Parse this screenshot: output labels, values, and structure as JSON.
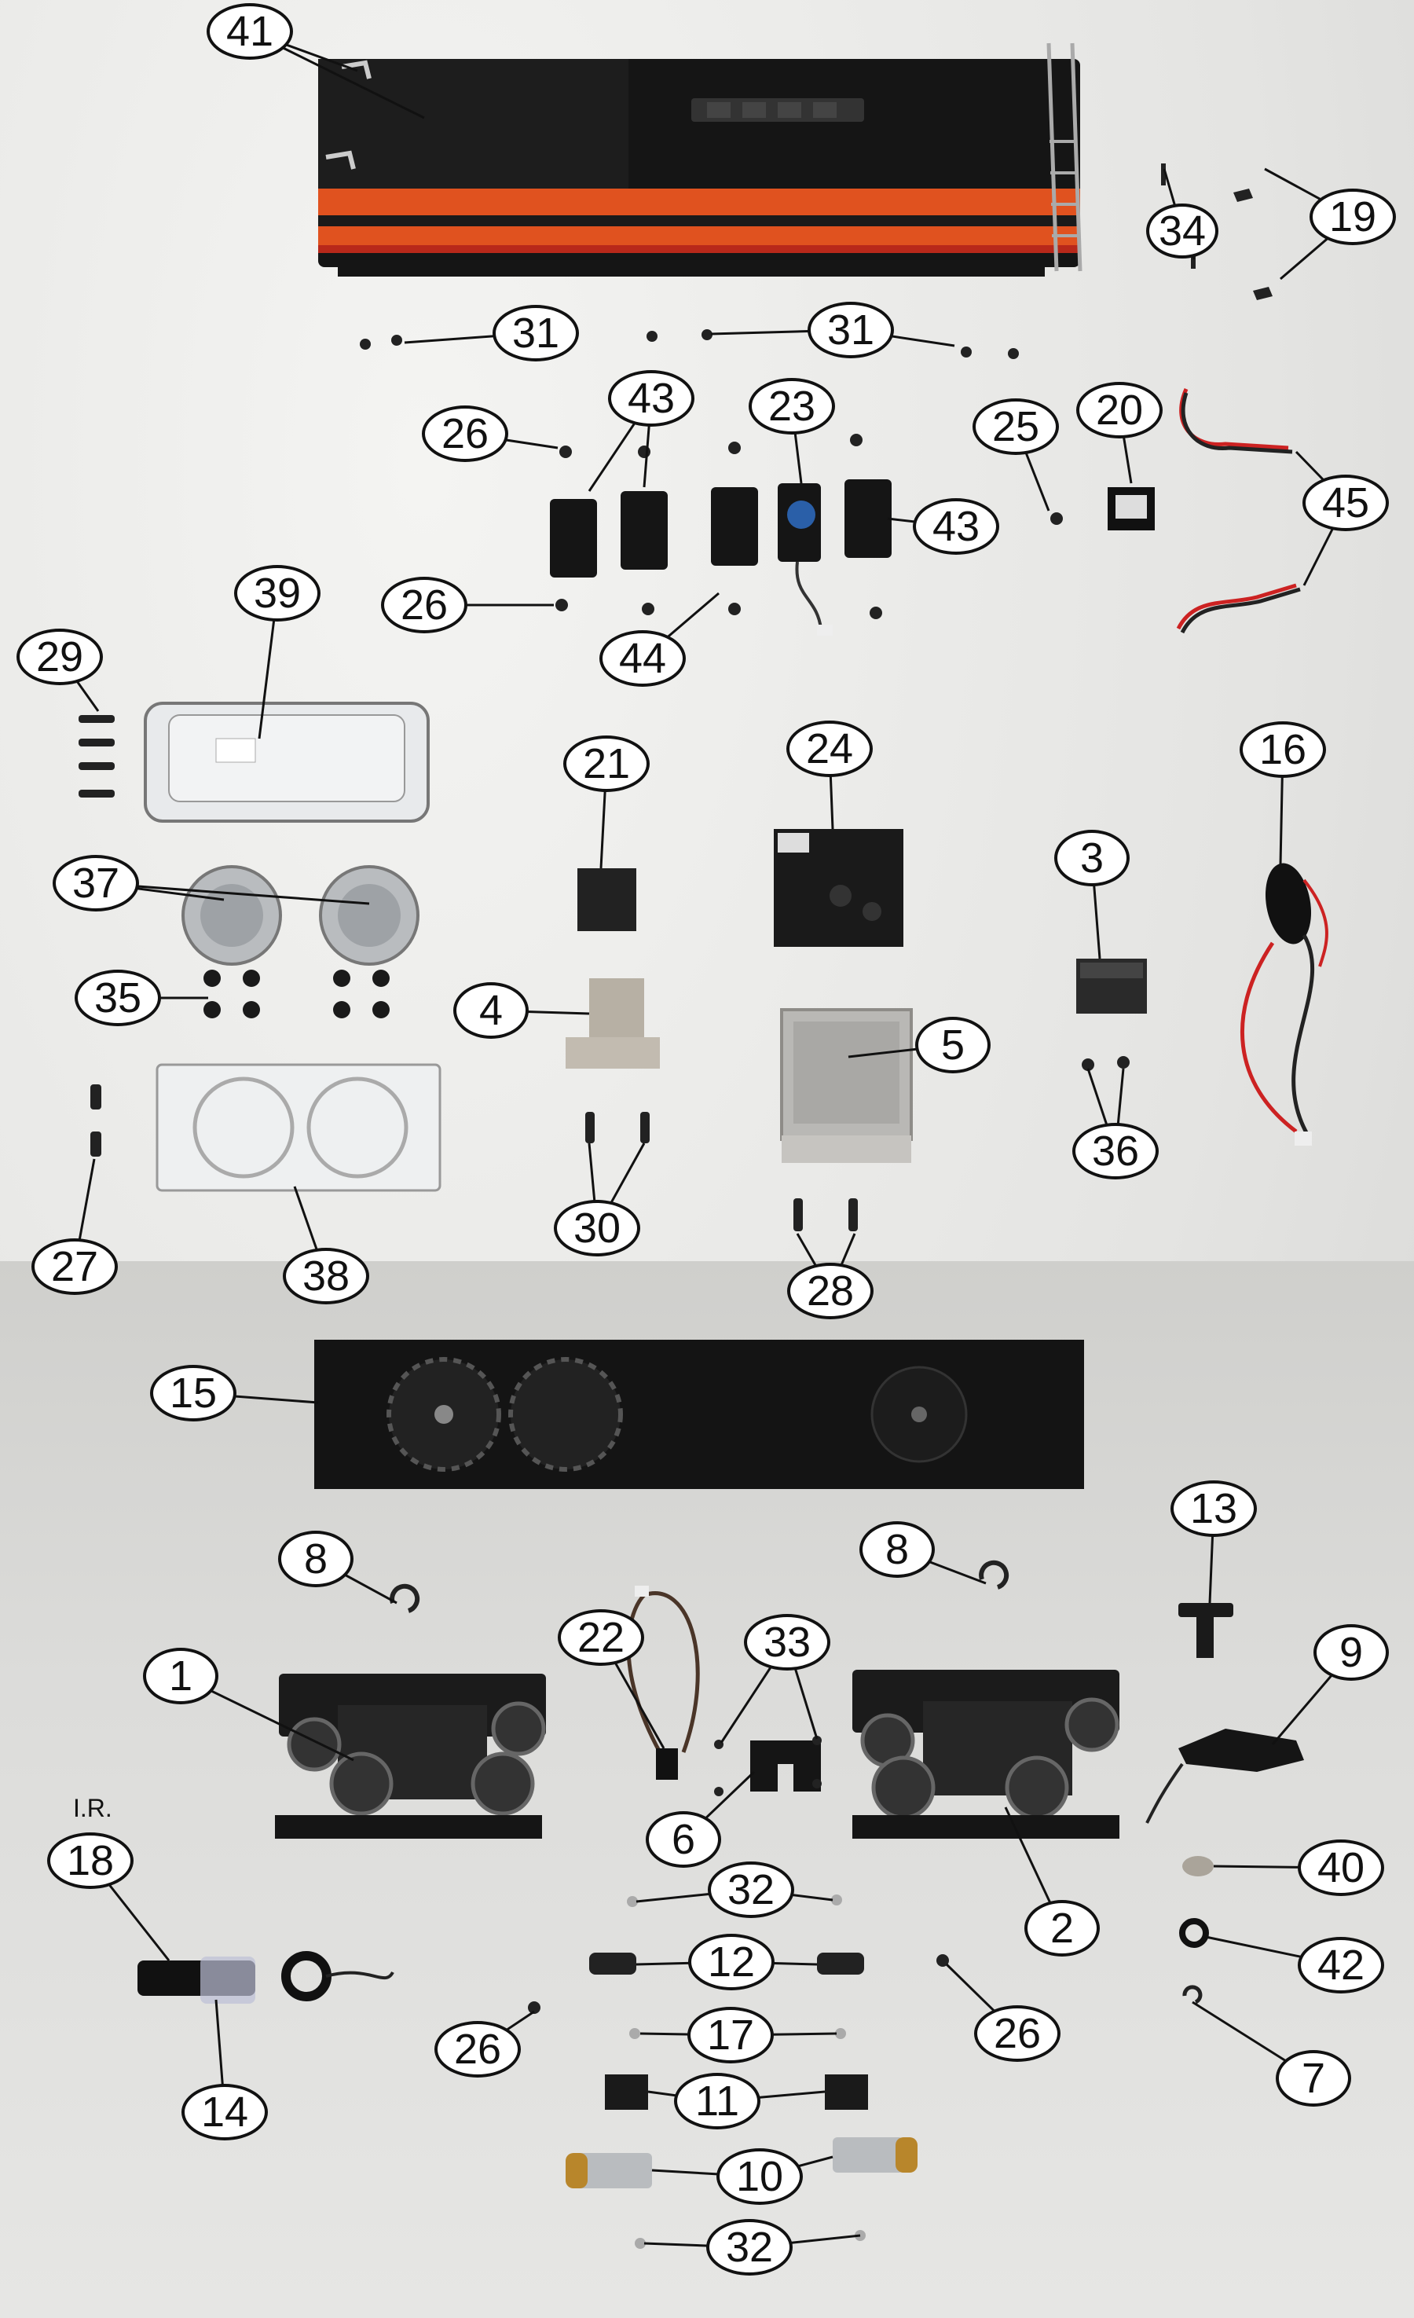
{
  "callouts": [
    {
      "label": "41"
    },
    {
      "label": "19"
    },
    {
      "label": "34"
    },
    {
      "label": "31"
    },
    {
      "label": "31"
    },
    {
      "label": "26"
    },
    {
      "label": "43"
    },
    {
      "label": "23"
    },
    {
      "label": "25"
    },
    {
      "label": "20"
    },
    {
      "label": "45"
    },
    {
      "label": "43"
    },
    {
      "label": "26"
    },
    {
      "label": "44"
    },
    {
      "label": "45"
    },
    {
      "label": "39"
    },
    {
      "label": "29"
    },
    {
      "label": "21"
    },
    {
      "label": "24"
    },
    {
      "label": "16"
    },
    {
      "label": "3"
    },
    {
      "label": "37"
    },
    {
      "label": "35"
    },
    {
      "label": "4"
    },
    {
      "label": "5"
    },
    {
      "label": "36"
    },
    {
      "label": "27"
    },
    {
      "label": "38"
    },
    {
      "label": "30"
    },
    {
      "label": "28"
    },
    {
      "label": "15"
    },
    {
      "label": "13"
    },
    {
      "label": "8"
    },
    {
      "label": "8"
    },
    {
      "label": "22"
    },
    {
      "label": "33"
    },
    {
      "label": "9"
    },
    {
      "label": "1"
    },
    {
      "label": "6"
    },
    {
      "label": "18"
    },
    {
      "label": "32"
    },
    {
      "label": "2"
    },
    {
      "label": "40"
    },
    {
      "label": "12"
    },
    {
      "label": "42"
    },
    {
      "label": "26"
    },
    {
      "label": "26"
    },
    {
      "label": "17"
    },
    {
      "label": "7"
    },
    {
      "label": "14"
    },
    {
      "label": "11"
    },
    {
      "label": "10"
    },
    {
      "label": "32"
    }
  ],
  "ir_label": "I.R.",
  "colors": {
    "body_orange": "#e0521f",
    "body_red": "#b8281a",
    "body_black": "#151515",
    "callout_fill": "#ffffff",
    "callout_stroke": "#111111"
  }
}
